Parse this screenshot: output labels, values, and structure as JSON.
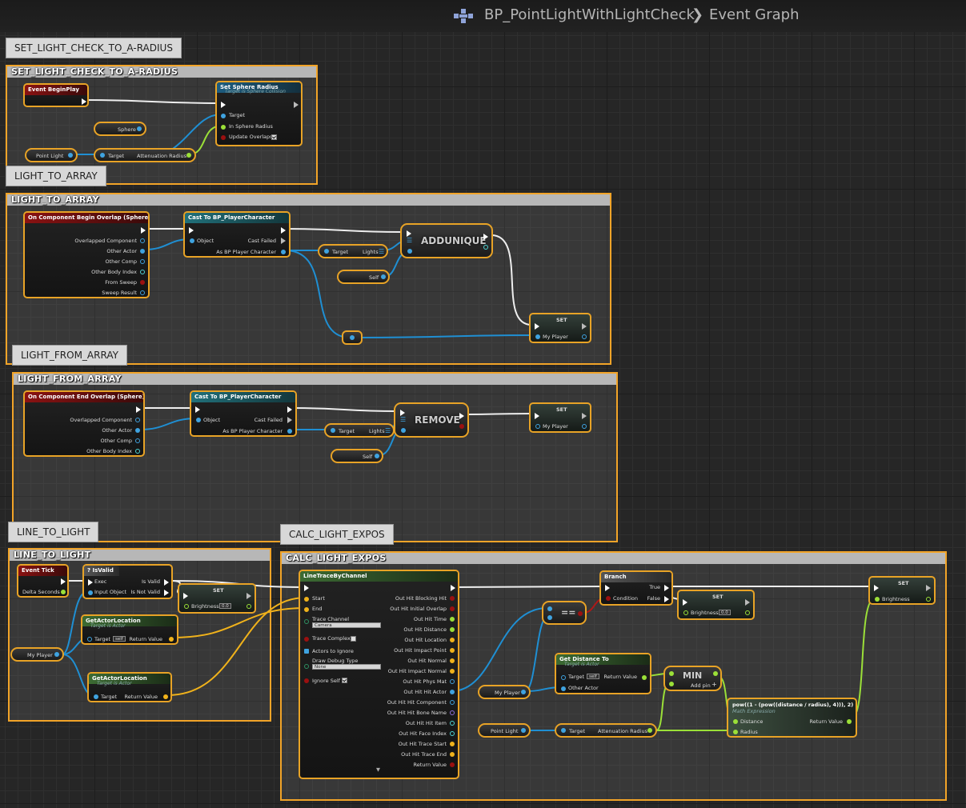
{
  "breadcrumb": {
    "blueprint": "BP_PointLightWithLightCheck",
    "separator": "❯",
    "graph": "Event Graph"
  },
  "comments": {
    "c1": "SET_LIGHT_CHECK_TO_A-RADIUS",
    "c2": "LIGHT_TO_ARRAY",
    "c3": "LIGHT_FROM_ARRAY",
    "c4": "LINE_TO_LIGHT",
    "c5": "CALC_LIGHT_EXPOS"
  },
  "n": {
    "beginplay": "Event BeginPlay",
    "setsphere": "Set Sphere Radius",
    "setsphere_sub": "Target is Sphere Collision",
    "target": "Target",
    "in_radius": "In Sphere Radius",
    "upd_overlaps": "Update Overlaps",
    "sphere": "Sphere",
    "pointlight": "Point Light",
    "atten": "Attenuation Radius",
    "overlap_begin": "On Component Begin Overlap (Sphere)",
    "overlap_end": "On Component End Overlap (Sphere)",
    "overlapped": "Overlapped Component",
    "other_actor": "Other Actor",
    "other_comp": "Other Comp",
    "other_body": "Other Body Index",
    "from_sweep": "From Sweep",
    "sweep_result": "Sweep Result",
    "cast": "Cast To BP_PlayerCharacter",
    "object": "Object",
    "cast_failed": "Cast Failed",
    "as_player": "As BP Player Character",
    "lights": "Lights",
    "self": "Self",
    "addunique": "ADDUNIQUE",
    "remove": "REMOVE",
    "set": "SET",
    "my_player": "My Player",
    "event_tick": "Event Tick",
    "delta": "Delta Seconds",
    "isvalid": "? IsValid",
    "exec": "Exec",
    "input_object": "Input Object",
    "is_valid": "Is Valid",
    "is_not_valid": "Is Not Valid",
    "brightness": "Brightness",
    "zero": "0.0",
    "getactorloc": "GetActorLocation",
    "target_actor": "Target is Actor",
    "return_value": "Return Value",
    "self_tag": "self",
    "linetrace": "LineTraceByChannel",
    "start": "Start",
    "end": "End",
    "trace_channel": "Trace Channel",
    "camera": "Camera",
    "trace_complex": "Trace Complex",
    "actors_ignore": "Actors to Ignore",
    "draw_debug": "Draw Debug Type",
    "none": "None",
    "ignore_self": "Ignore Self",
    "outs": [
      "Out Hit Blocking Hit",
      "Out Hit Initial Overlap",
      "Out Hit Time",
      "Out Hit Distance",
      "Out Hit Location",
      "Out Hit Impact Point",
      "Out Hit Normal",
      "Out Hit Impact Normal",
      "Out Hit Phys Mat",
      "Out Hit Hit Actor",
      "Out Hit Hit Component",
      "Out Hit Hit Bone Name",
      "Out Hit Hit Item",
      "Out Hit Face Index",
      "Out Hit Trace Start",
      "Out Hit Trace End",
      "Return Value"
    ],
    "branch": "Branch",
    "condition": "Condition",
    "true": "True",
    "false": "False",
    "eq": "==",
    "getdist": "Get Distance To",
    "other_actor2": "Other Actor",
    "min": "MIN",
    "add_pin": "Add pin",
    "math": "pow((1 - (pow((distance / radius), 4))), 2)",
    "math_sub": "Math Expression",
    "distance": "Distance",
    "radius": "Radius"
  }
}
